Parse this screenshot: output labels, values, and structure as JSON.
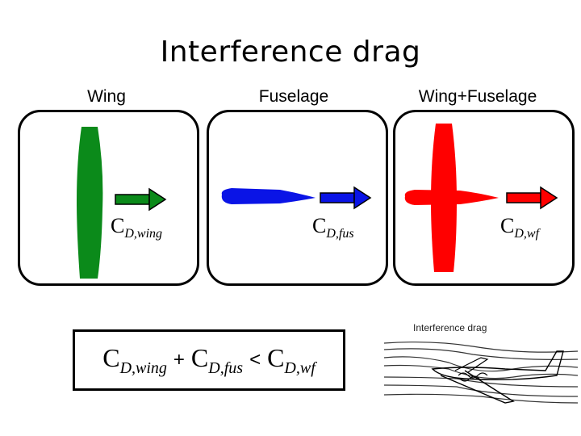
{
  "title": "Interference drag",
  "columns": [
    {
      "label": "Wing",
      "coefficient_symbol": "C",
      "coefficient_subscript": "D,wing",
      "color": "#0b8a1a"
    },
    {
      "label": "Fuselage",
      "coefficient_symbol": "C",
      "coefficient_subscript": "D,fus",
      "color": "#0a14e6"
    },
    {
      "label": "Wing+Fuselage",
      "coefficient_symbol": "C",
      "coefficient_subscript": "D,wf",
      "color": "#ff0000"
    }
  ],
  "equation": {
    "term1_symbol": "C",
    "term1_subscript": "D,wing",
    "plus": "+",
    "term2_symbol": "C",
    "term2_subscript": "D,fus",
    "less_than": "<",
    "term3_symbol": "C",
    "term3_subscript": "D,wf"
  },
  "sketch": {
    "title": "Interference drag"
  }
}
